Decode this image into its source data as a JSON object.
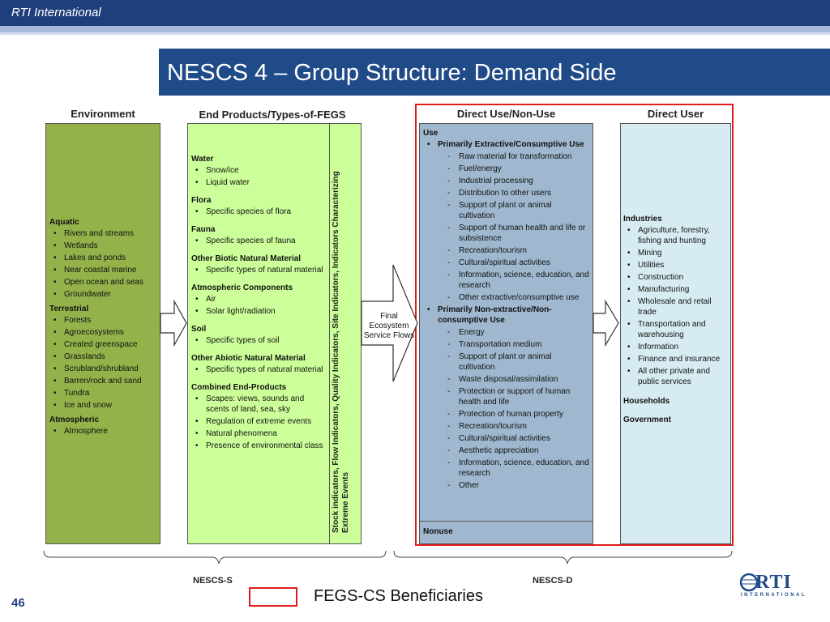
{
  "header": {
    "org": "RTI International"
  },
  "title": "NESCS 4 – Group Structure: Demand Side",
  "columns": {
    "environment": "Environment",
    "end_products": "End Products/Types-of-FEGS",
    "direct_use": "Direct Use/Non-Use",
    "direct_user": "Direct User"
  },
  "environment": {
    "aquatic": {
      "heading": "Aquatic",
      "items": [
        "Rivers and streams",
        "Wetlands",
        "Lakes and ponds",
        "Near coastal marine",
        "Open ocean and seas",
        "Groundwater"
      ]
    },
    "terrestrial": {
      "heading": "Terrestrial",
      "items": [
        "Forests",
        "Agroecosystems",
        "Created greenspace",
        "Grasslands",
        "Scrubland/shrubland",
        "Barren/rock and sand",
        "Tundra",
        "Ice and snow"
      ]
    },
    "atmospheric": {
      "heading": "Atmospheric",
      "items": [
        "Atmosphere"
      ]
    }
  },
  "end_products": {
    "water": {
      "heading": "Water",
      "items": [
        "Snow/ice",
        "Liquid water"
      ]
    },
    "flora": {
      "heading": "Flora",
      "items": [
        "Specific species of flora"
      ]
    },
    "fauna": {
      "heading": "Fauna",
      "items": [
        "Specific species of fauna"
      ]
    },
    "biotic": {
      "heading": "Other Biotic Natural Material",
      "items": [
        "Specific types of natural material"
      ]
    },
    "atmos": {
      "heading": "Atmospheric Components",
      "items": [
        "Air",
        "Solar light/radiation"
      ]
    },
    "soil": {
      "heading": "Soil",
      "items": [
        "Specific types of soil"
      ]
    },
    "abiotic": {
      "heading": "Other Abiotic Natural Material",
      "items": [
        "Specific types of natural material"
      ]
    },
    "combined": {
      "heading": "Combined End-Products",
      "items": [
        "Scapes: views, sounds and scents of land, sea, sky",
        "Regulation of extreme events",
        "Natural phenomena",
        "Presence of environmental class"
      ]
    }
  },
  "indicators_label": "Stock indicators, Flow Indicators, Quality Indicators, Site Indicators, Indicators Characterizing Extreme Events",
  "flow_label": "Final Ecosystem Service Flows",
  "direct_use": {
    "use_heading": "Use",
    "extractive": {
      "heading": "Primarily Extractive/Consumptive Use",
      "items": [
        "Raw material for transformation",
        "Fuel/energy",
        "Industrial processing",
        "Distribution to other users",
        "Support of plant or animal cultivation",
        "Support of human health and life or subsistence",
        "Recreation/tourism",
        "Cultural/spiritual activities",
        "Information, science, education, and research",
        "Other extractive/consumptive use"
      ]
    },
    "nonextractive": {
      "heading": "Primarily Non-extractive/Non-consumptive Use",
      "items": [
        "Energy",
        "Transportation medium",
        "Support of plant or animal cultivation",
        "Waste disposal/assimilation",
        "Protection or support of human health and life",
        "Protection of human property",
        "Recreation/tourism",
        "Cultural/spiritual activities",
        "Aesthetic appreciation",
        "Information, science, education, and research",
        "Other"
      ]
    },
    "nonuse": "Nonuse"
  },
  "direct_user": {
    "industries": {
      "heading": "Industries",
      "items": [
        "Agriculture, forestry, fishing and hunting",
        "Mining",
        "Utilities",
        "Construction",
        "Manufacturing",
        "Wholesale and retail trade",
        "Transportation and warehousing",
        "Information",
        "Finance and insurance",
        "All other private and public services"
      ]
    },
    "households": "Households",
    "government": "Government"
  },
  "footer": {
    "nescs_s": "NESCS-S",
    "nescs_d": "NESCS-D",
    "legend": "FEGS-CS Beneficiaries",
    "page": "46",
    "logo_main": "RTI",
    "logo_sub": "INTERNATIONAL"
  },
  "colors": {
    "env": "#93b24a",
    "end_products": "#ccff99",
    "direct_use": "#9fb8cf",
    "direct_user": "#d7ecf2",
    "highlight": "#e01b1b",
    "title_bar": "#1f4b89"
  }
}
